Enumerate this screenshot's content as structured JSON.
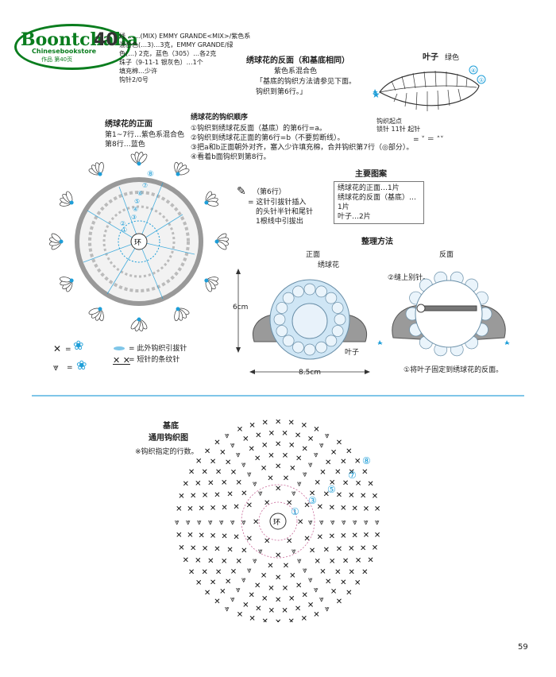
{
  "logo": {
    "main": "Boontchaha",
    "sub": "Chinesebookstore",
    "sub2": "作品 第40页"
  },
  "header": {
    "number": "40",
    "materials": [
      "线 ……(MIX) EMMY GRANDE<MIX>/紫色系",
      "混合色(…3)…3克，EMMY GRANDE/绿",
      "色(…) 2克，蓝色（305）…各2克",
      "珠子（9-11-1 银灰色）…1个",
      "填充棉…少许",
      "钩针2/0号"
    ]
  },
  "back": {
    "title": "绣球花的反面（和基底相同）",
    "color": "紫色系混合色",
    "note1": "「基底的钩织方法请参见下面。",
    "note2": "钩织到第6行。」"
  },
  "leaf": {
    "title": "叶子",
    "color": "绿色",
    "start1": "钩织起点",
    "start2": "锁针 11针 起针",
    "eq": "= ˅ ＝ ˄˅",
    "markers": [
      "④",
      "①"
    ]
  },
  "order": {
    "title": "绣球花的钩织顺序",
    "steps": [
      "①钩织到绣球花反面（基底）的第6行=a。",
      "②钩织到绣球花正面的第6行=b（不要剪断线）。",
      "③把a和b正面朝外对齐，塞入少许填充棉，合并钩织第7行（◎部分）。",
      "④看着b面钩织到第8行。"
    ]
  },
  "front": {
    "title": "绣球花的正面",
    "line1": "第1~7行…紫色系混合色",
    "line2": "第8行…蓝色",
    "ring": "环",
    "markers": [
      "⑧",
      "⑦",
      "⑥",
      "⑤",
      "④",
      "③",
      "②",
      "①"
    ]
  },
  "slip": {
    "row": "（第6行）",
    "desc1": "= 这针引拔针插入",
    "desc2": "的头针半针和尾针",
    "desc3": "1根线中引拔出"
  },
  "main_pattern": {
    "title": "主要图案",
    "items": [
      "绣球花的正面…1片",
      "绣球花的反面（基底）…1片",
      "叶子…2片"
    ]
  },
  "finishing": {
    "title": "整理方法",
    "front_label": "正面",
    "back_label": "反面",
    "flower_label": "绣球花",
    "leaf_label": "叶子",
    "height": "6cm",
    "width": "8.5cm",
    "sew_pin": "②缝上别针。",
    "fix_leaf": "①将叶子固定到绣球花的反面。"
  },
  "legend": {
    "eq1": "=",
    "eq2": "=",
    "slip_outer": "= 此外钩织引拔针",
    "sc_back": "= 短针的条纹针"
  },
  "base": {
    "title1": "基底",
    "title2": "通用钩织图",
    "note": "※钩织指定的行数。",
    "ring": "环",
    "markers": [
      "⑧",
      "⑦",
      "⑤",
      "③",
      "①"
    ]
  },
  "page_number": "59",
  "colors": {
    "accent_blue": "#1e9ed8",
    "logo_green": "#0a7d1e",
    "leaf_gray": "#9a9a9a",
    "flower_blue": "#cfe6f5"
  }
}
